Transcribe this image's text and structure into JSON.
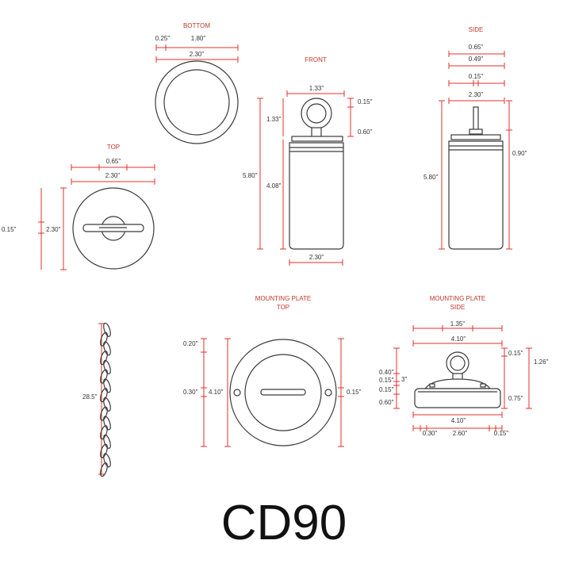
{
  "views": {
    "bottom": {
      "title": "BOTTOM",
      "dims": [
        "0.25\"",
        "1.80\"",
        "2.30\""
      ]
    },
    "front": {
      "title": "FRONT",
      "dims": [
        "1.33\"",
        "0.15\"",
        "1.33\"",
        "0.60\"",
        "5.80\"",
        "4.08\"",
        "2.30\""
      ]
    },
    "side": {
      "title": "SIDE",
      "dims": [
        "0.65\"",
        "0.49\"",
        "0.15\"",
        "2.30\"",
        "5.80\"",
        "0.90\""
      ]
    },
    "top": {
      "title": "TOP",
      "dims": [
        "0.65\"",
        "2.30\"",
        "0.15\"",
        "2.30\""
      ]
    },
    "chain": {
      "dims": [
        "28.5\""
      ]
    },
    "mp_top": {
      "title1": "MOUNTING PLATE",
      "title2": "TOP",
      "dims": [
        "0.20\"",
        "0.30\"",
        "4.10\"",
        "0.15\""
      ]
    },
    "mp_side": {
      "title1": "MOUNTING PLATE",
      "title2": "SIDE",
      "dims": [
        "1.35\"",
        "4.10\"",
        "0.15\"",
        "1.26\"",
        "0.40\"",
        "0.15\"",
        "3\"",
        "0.15\"",
        "0.60\"",
        "0.75\"",
        "4.10\"",
        "0.30\"",
        "2.60\"",
        "0.15\""
      ]
    }
  },
  "model": "CD90",
  "colors": {
    "dimension": "#e0322d",
    "outline": "#3a3a3a"
  }
}
